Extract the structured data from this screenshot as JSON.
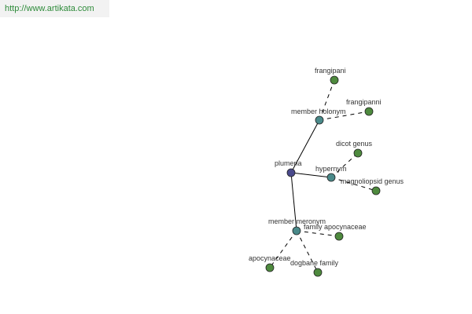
{
  "header": {
    "url_text": "http://www.artikata.com"
  },
  "colors": {
    "root": "#4a4a8c",
    "relation": "#4a8a8a",
    "leaf": "#4e8a3e",
    "url": "#2e8b3a"
  },
  "graph": {
    "nodes": [
      {
        "id": "plumeria",
        "label": "plumeria",
        "kind": "root"
      },
      {
        "id": "member-holonym",
        "label": "member holonym",
        "kind": "relation"
      },
      {
        "id": "hypernym",
        "label": "hypernym",
        "kind": "relation"
      },
      {
        "id": "member-meronym",
        "label": "member meronym",
        "kind": "relation"
      },
      {
        "id": "frangipani",
        "label": "frangipani",
        "kind": "leaf"
      },
      {
        "id": "frangipanni",
        "label": "frangipanni",
        "kind": "leaf"
      },
      {
        "id": "dicot-genus",
        "label": "dicot genus",
        "kind": "leaf"
      },
      {
        "id": "magnoliopsid-genus",
        "label": "magnoliopsid genus",
        "kind": "leaf"
      },
      {
        "id": "family-apocynaceae",
        "label": "family apocynaceae",
        "kind": "leaf"
      },
      {
        "id": "apocynaceae",
        "label": "apocynaceae",
        "kind": "leaf"
      },
      {
        "id": "dogbane-family",
        "label": "dogbane family",
        "kind": "leaf"
      }
    ],
    "edges": [
      {
        "from": "plumeria",
        "to": "member-holonym",
        "style": "solid"
      },
      {
        "from": "plumeria",
        "to": "hypernym",
        "style": "solid"
      },
      {
        "from": "plumeria",
        "to": "member-meronym",
        "style": "solid"
      },
      {
        "from": "member-holonym",
        "to": "frangipani",
        "style": "dashed"
      },
      {
        "from": "member-holonym",
        "to": "frangipanni",
        "style": "dashed"
      },
      {
        "from": "hypernym",
        "to": "dicot-genus",
        "style": "dashed"
      },
      {
        "from": "hypernym",
        "to": "magnoliopsid-genus",
        "style": "dashed"
      },
      {
        "from": "member-meronym",
        "to": "family-apocynaceae",
        "style": "dashed"
      },
      {
        "from": "member-meronym",
        "to": "apocynaceae",
        "style": "dashed"
      },
      {
        "from": "member-meronym",
        "to": "dogbane-family",
        "style": "dashed"
      }
    ]
  }
}
